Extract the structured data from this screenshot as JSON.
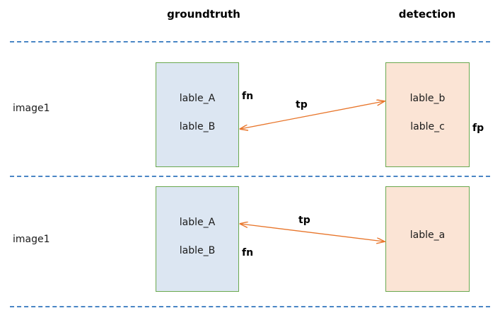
{
  "headers": {
    "groundtruth": "groundtruth",
    "detection": "detection"
  },
  "colors": {
    "groundtruth_fill": "#dce6f2",
    "detection_fill": "#fbe4d5",
    "box_border": "#6aa84f",
    "divider": "#4a86c5",
    "arrow": "#e8752a",
    "text": "#1a1a1a"
  },
  "rows": [
    {
      "image_label": "image1",
      "groundtruth_labels": [
        "lable_A",
        "lable_B"
      ],
      "detection_labels": [
        "lable_b",
        "lable_c"
      ],
      "tags": {
        "fn": "fn",
        "tp": "tp",
        "fp": "fp"
      }
    },
    {
      "image_label": "image1",
      "groundtruth_labels": [
        "lable_A",
        "lable_B"
      ],
      "detection_labels": [
        "lable_a"
      ],
      "tags": {
        "fn": "fn",
        "tp": "tp"
      }
    }
  ]
}
